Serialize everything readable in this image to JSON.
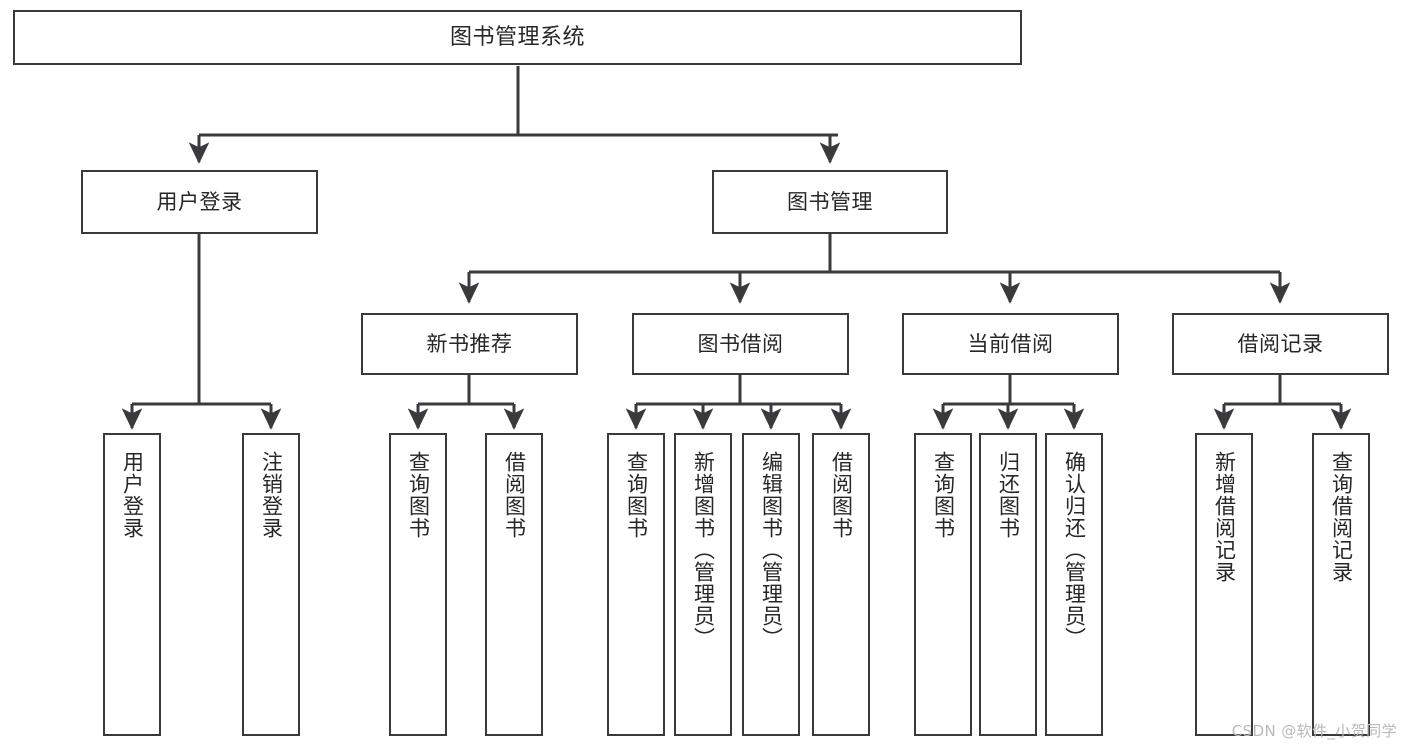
{
  "diagram": {
    "type": "tree-hierarchy",
    "title": "图书管理系统",
    "orientation": "top-down",
    "line_color": "#3a3a3c",
    "node_fill": "#ffffff",
    "text_color": "#27272a",
    "watermark": "CSDN @软件_小贺同学"
  },
  "nodes": {
    "root": {
      "label": "图书管理系统"
    },
    "level2": [
      {
        "id": "user-login",
        "label": "用户登录"
      },
      {
        "id": "book-management",
        "label": "图书管理"
      }
    ],
    "level3": [
      {
        "id": "new-book-recommend",
        "label": "新书推荐"
      },
      {
        "id": "book-borrow",
        "label": "图书借阅"
      },
      {
        "id": "current-borrow",
        "label": "当前借阅"
      },
      {
        "id": "borrow-record",
        "label": "借阅记录"
      }
    ],
    "leaves": {
      "user_login": [
        {
          "id": "leaf-user-login",
          "label": "用户登录"
        },
        {
          "id": "leaf-logout-login",
          "label": "注销登录"
        }
      ],
      "new_book_recommend": [
        {
          "id": "leaf-query-book-1",
          "label": "查询图书"
        },
        {
          "id": "leaf-borrow-book-1",
          "label": "借阅图书"
        }
      ],
      "book_borrow": [
        {
          "id": "leaf-query-book-2",
          "label": "查询图书"
        },
        {
          "id": "leaf-add-book",
          "label": "新增图书（管理员）"
        },
        {
          "id": "leaf-edit-book",
          "label": "编辑图书（管理员）"
        },
        {
          "id": "leaf-borrow-book-2",
          "label": "借阅图书"
        }
      ],
      "current_borrow": [
        {
          "id": "leaf-query-book-3",
          "label": "查询图书"
        },
        {
          "id": "leaf-return-book",
          "label": "归还图书"
        },
        {
          "id": "leaf-confirm-return",
          "label": "确认归还（管理员）"
        }
      ],
      "borrow_record": [
        {
          "id": "leaf-add-record",
          "label": "新增借阅记录"
        },
        {
          "id": "leaf-query-record",
          "label": "查询借阅记录"
        }
      ]
    }
  }
}
